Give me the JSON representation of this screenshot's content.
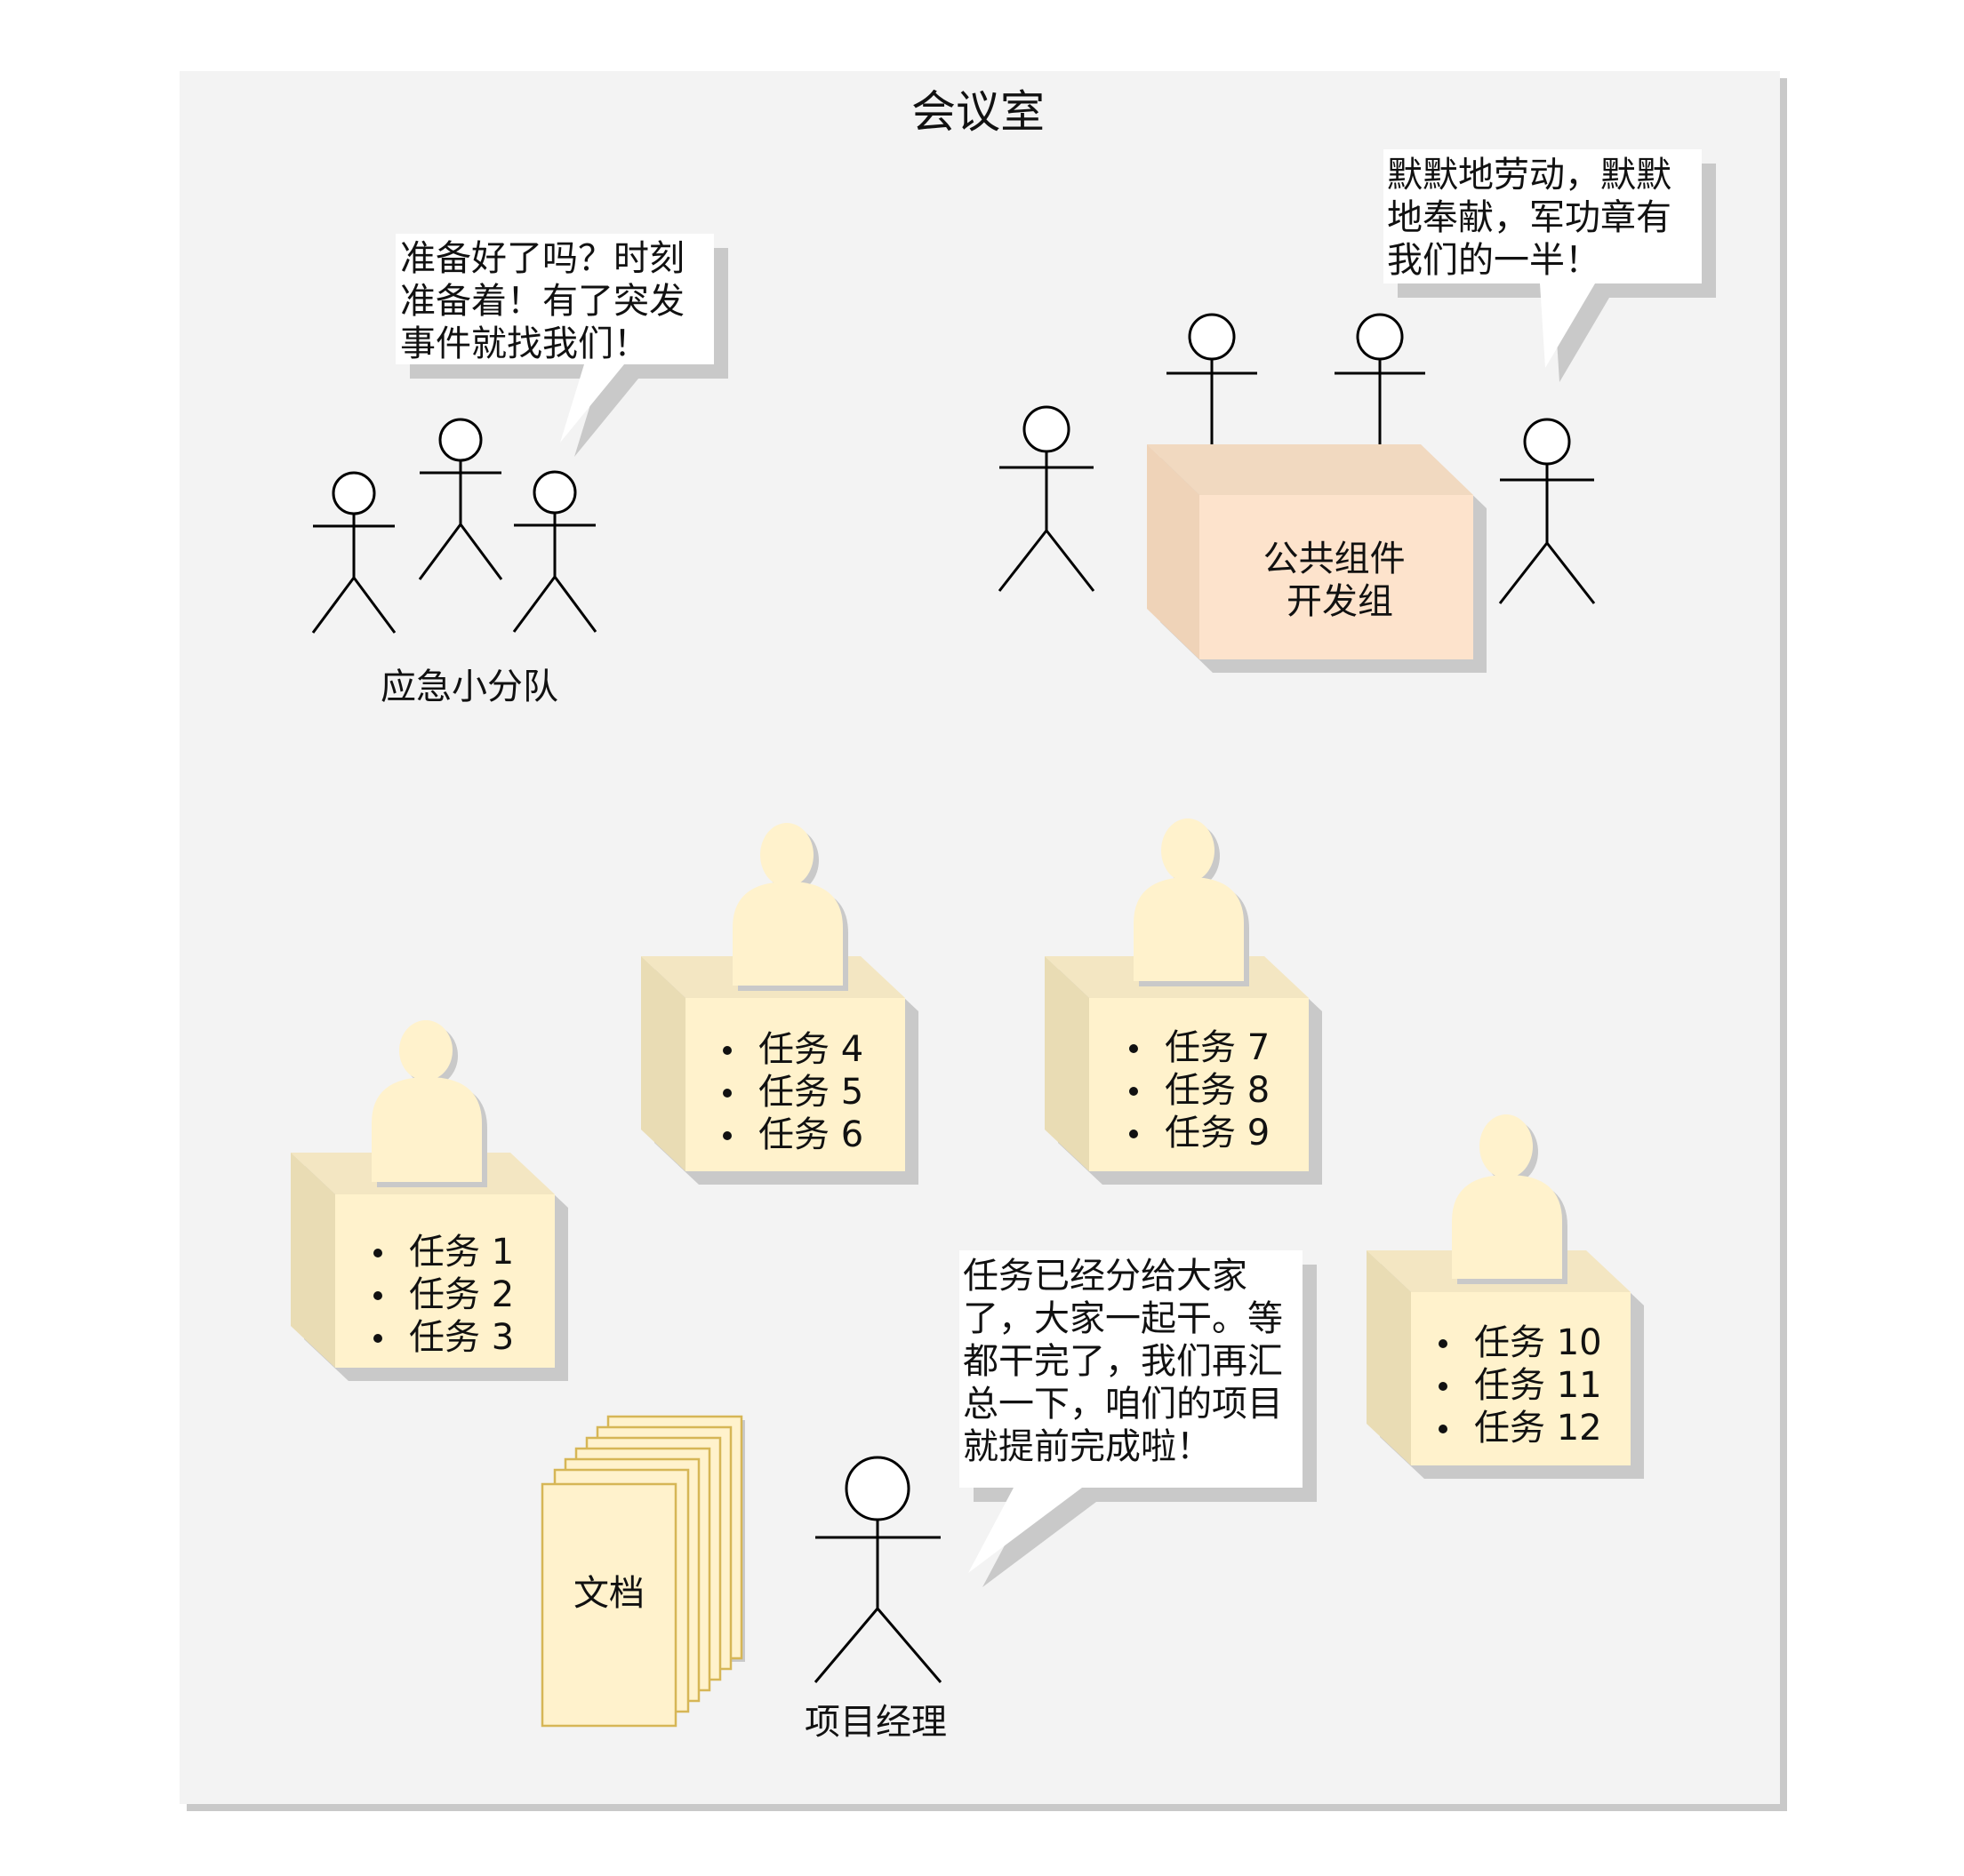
{
  "room": {
    "title": "会议室"
  },
  "emergency_team": {
    "label": "应急小分队",
    "speech": [
      "准备好了吗？时刻",
      "准备着！有了突发",
      "事件就找我们！"
    ]
  },
  "shared_components": {
    "box_label": [
      "公共组件",
      "开发组"
    ],
    "speech": [
      "默默地劳动，默默",
      "地奉献，军功章有",
      "我们的一半！"
    ]
  },
  "desks": [
    {
      "tasks": [
        "任务 1",
        "任务 2",
        "任务 3"
      ]
    },
    {
      "tasks": [
        "任务 4",
        "任务 5",
        "任务 6"
      ]
    },
    {
      "tasks": [
        "任务 7",
        "任务 8",
        "任务 9"
      ]
    },
    {
      "tasks": [
        "任务 10",
        "任务 11",
        "任务 12"
      ]
    }
  ],
  "documents": {
    "label": "文档"
  },
  "project_manager": {
    "label": "项目经理",
    "speech": [
      "任务已经分给大家",
      "了，大家一起干。等",
      "都干完了，我们再汇",
      "总一下，咱们的项目",
      "就提前完成啦！"
    ]
  },
  "colors": {
    "room_fill": "#f3f3f3",
    "shadow": "#c8c8c8",
    "desk_front": "#fff2cc",
    "desk_side": "#e9dcb4",
    "person_fill": "#fff2cc",
    "component_front": "#fde3cc",
    "component_side": "#efd3b8",
    "doc_fill": "#fff2cc",
    "doc_stroke": "#d6b656"
  }
}
